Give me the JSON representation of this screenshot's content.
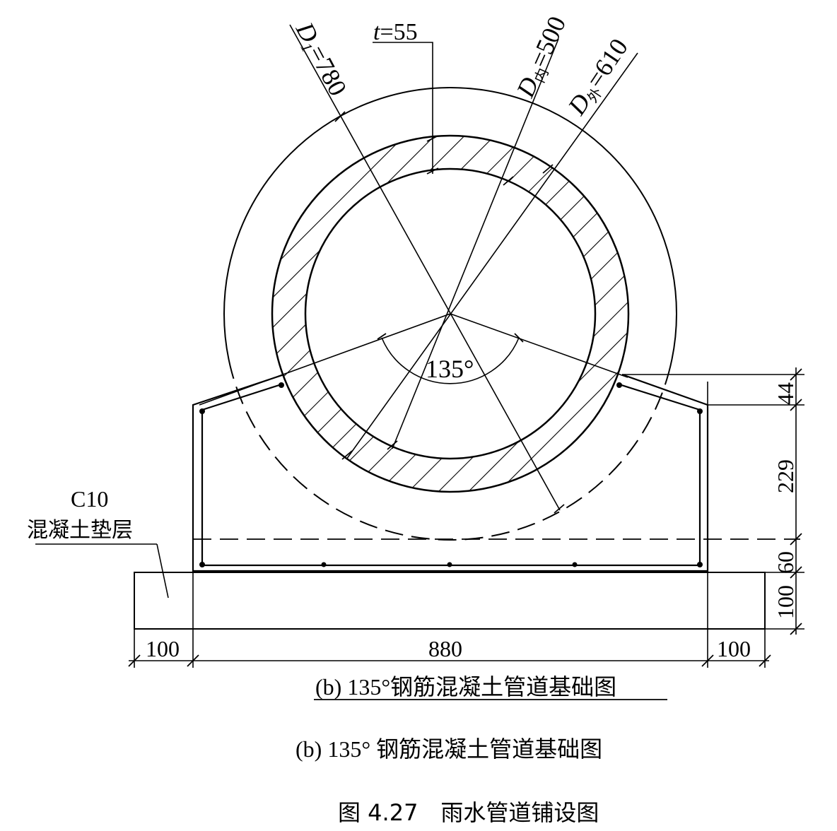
{
  "colors": {
    "ink": "#000000",
    "background": "#ffffff"
  },
  "labels": {
    "d1": "D",
    "d1_sub": "1",
    "d1_val": "=780",
    "t_var": "t",
    "t_val": "=55",
    "dnei": "D",
    "dnei_sub": "内",
    "dnei_val": "=500",
    "dwai": "D",
    "dwai_sub": "外",
    "dwai_val": "=610",
    "angle": "135°",
    "material_1": "C10",
    "material_2": "混凝土垫层"
  },
  "dimensions": {
    "left": "100",
    "middle": "880",
    "right": "100",
    "h44": "44",
    "h229": "229",
    "h60": "60",
    "h100": "100"
  },
  "captions": {
    "subfigure": "(b) 135°钢筋混凝土管道基础图",
    "subfigure_repeat": "(b) 135° 钢筋混凝土管道基础图",
    "figure": "图 4.27　雨水管道铺设图"
  }
}
